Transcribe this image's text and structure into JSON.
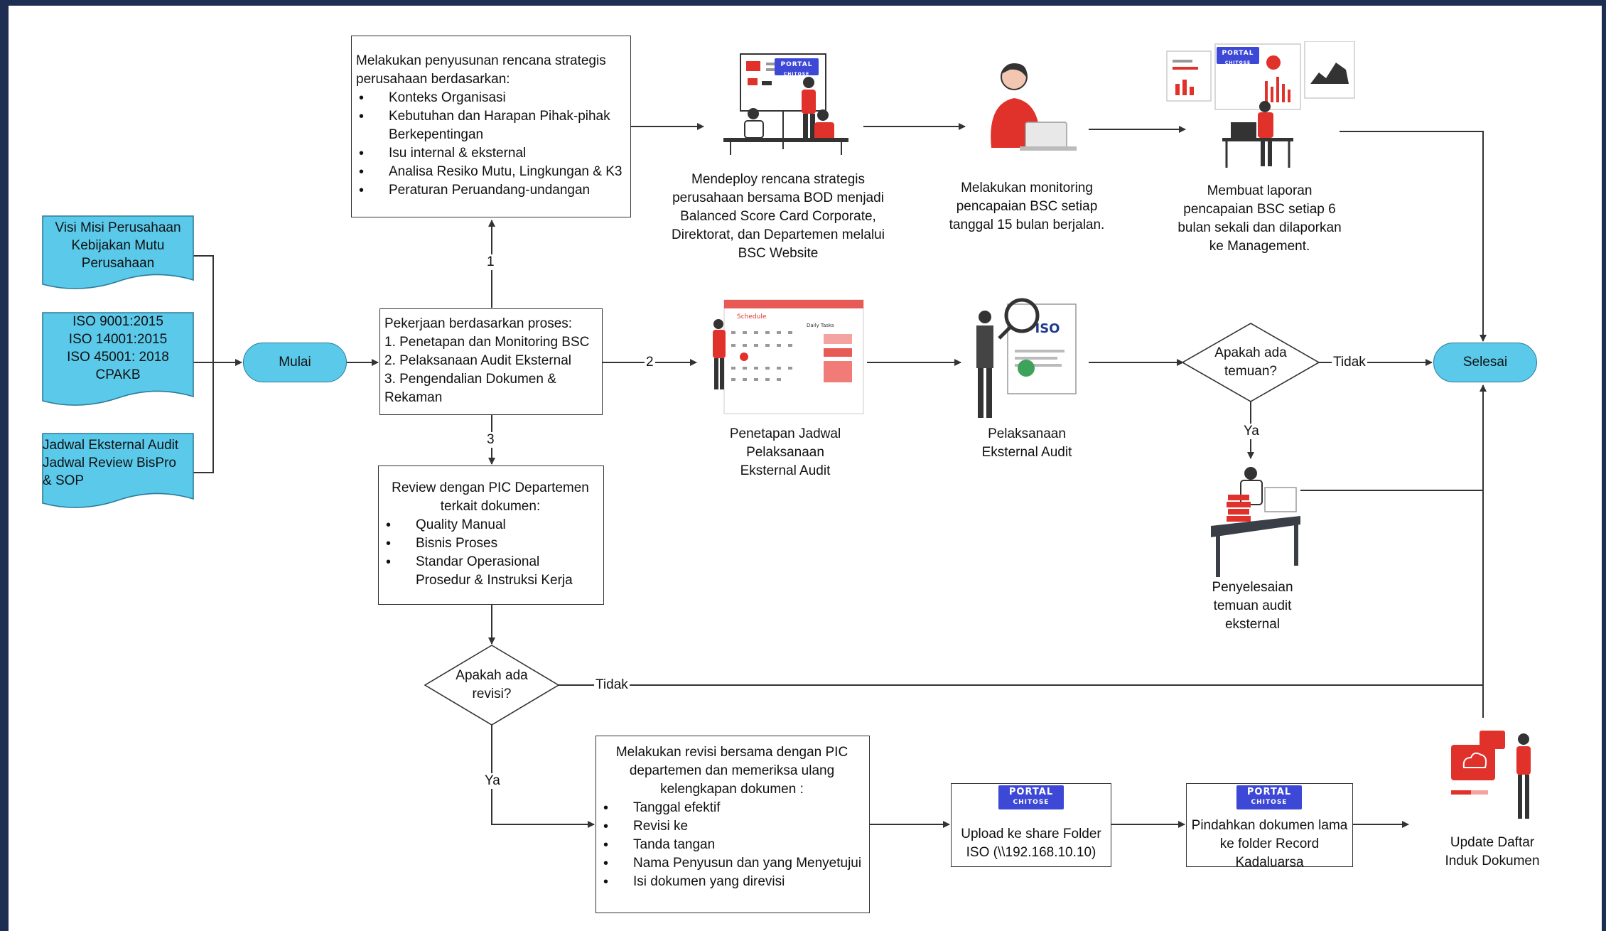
{
  "inputs": {
    "doc1": "Visi Misi Perusahaan\nKebijakan Mutu\nPerusahaan",
    "doc2": "ISO 9001:2015\nISO 14001:2015\nISO 45001: 2018\nCPAKB",
    "doc3": "Jadwal Eksternal Audit\nJadwal Review BisPro\n& SOP"
  },
  "start": "Mulai",
  "end": "Selesai",
  "process_main": {
    "title": "Pekerjaan berdasarkan proses:",
    "lines": [
      "1. Penetapan dan Monitoring BSC",
      "2. Pelaksanaan Audit Eksternal",
      "3. Pengendalian Dokumen &",
      "Rekaman"
    ]
  },
  "strategy_box": {
    "title": "Melakukan penyusunan rencana strategis perusahaan berdasarkan:",
    "items": [
      "Konteks Organisasi",
      "Kebutuhan dan Harapan Pihak-pihak Berkepentingan",
      "Isu internal & eksternal",
      "Analisa Resiko Mutu, Lingkungan & K3",
      "Peraturan Peruandang-undangan"
    ]
  },
  "review_box": {
    "title": "Review dengan PIC Departemen terkait dokumen:",
    "items": [
      "Quality Manual",
      "Bisnis Proses",
      "Standar Operasional Prosedur & Instruksi Kerja"
    ]
  },
  "revision_box": {
    "title": "Melakukan revisi bersama dengan PIC departemen dan memeriksa ulang kelengkapan dokumen :",
    "items": [
      "Tanggal efektif",
      "Revisi ke",
      "Tanda tangan",
      "Nama Penyusun dan yang Menyetujui",
      "Isi dokumen yang direvisi"
    ]
  },
  "upload_box": "Upload ke share Folder ISO (\\\\192.168.10.10)",
  "move_box": "Pindahkan dokumen lama ke folder Record Kadaluarsa",
  "captions": {
    "deploy": "Mendeploy rencana strategis perusahaan bersama BOD menjadi Balanced Score Card Corporate, Direktorat, dan Departemen melalui BSC Website",
    "monitoring": "Melakukan monitoring pencapaian BSC setiap tanggal 15 bulan berjalan.",
    "report": "Membuat laporan pencapaian BSC setiap 6 bulan sekali dan dilaporkan ke Management.",
    "schedule": "Penetapan Jadwal Pelaksanaan Eksternal Audit",
    "audit": "Pelaksanaan Eksternal Audit",
    "finding_fix": "Penyelesaian temuan audit eksternal",
    "update": "Update Daftar Induk Dokumen"
  },
  "decisions": {
    "findings": "Apakah ada temuan?",
    "revision": "Apakah ada revisi?"
  },
  "edge_labels": {
    "one": "1",
    "two": "2",
    "three": "3",
    "no1": "Tidak",
    "no2": "Tidak",
    "yes1": "Ya",
    "yes2": "Ya"
  },
  "portal_badge": {
    "line1": "PORTAL",
    "line2": "CHITOSE"
  },
  "schedule_ui": {
    "header": "Schedule",
    "side": "Daily Tasks"
  },
  "iso_badge": "ISO",
  "colors": {
    "terminal": "#5ac9ea",
    "accent_red": "#e0322b",
    "frame": "#1e2e52",
    "badge": "#3d49d6"
  }
}
